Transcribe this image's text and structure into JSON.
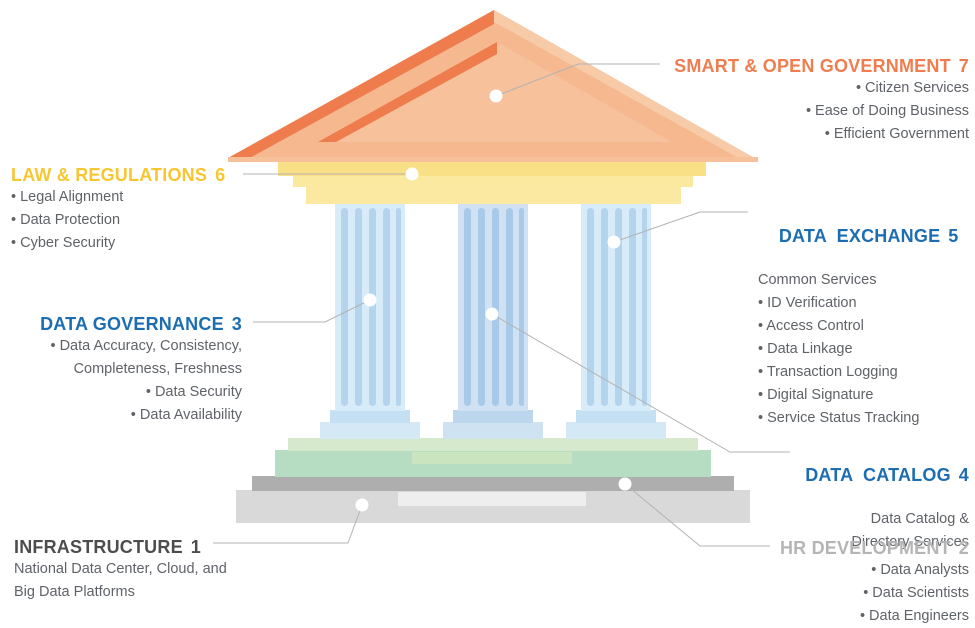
{
  "colors": {
    "smart": "#ef7d4f",
    "law": "#f7c631",
    "blue": "#1d6db3",
    "infra": "#4d4d4d",
    "hr": "#b5b5b5",
    "text": "#5f6368"
  },
  "smart_gov": {
    "title": "SMART & OPEN GOVERNMENT",
    "number": "7",
    "items": [
      "• Citizen Services",
      "• Ease of Doing Business",
      "• Efficient Government"
    ]
  },
  "law": {
    "title": "LAW & REGULATIONS",
    "number": "6",
    "items": [
      "• Legal Alignment",
      "• Data Protection",
      "• Cyber Security"
    ]
  },
  "data_exchange": {
    "title": "DATA  EXCHANGE",
    "number": "5",
    "subtitle": "Common Services",
    "items": [
      "• ID Verification",
      "• Access Control",
      "• Data Linkage",
      "• Transaction Logging",
      "• Digital Signature",
      "• Service Status Tracking"
    ]
  },
  "data_governance": {
    "title": "DATA GOVERNANCE",
    "number": "3",
    "items": [
      "• Data Accuracy, Consistency,",
      "Completeness, Freshness",
      "• Data Security",
      "• Data Availability"
    ]
  },
  "data_catalog": {
    "title": "DATA  CATALOG",
    "number": "4",
    "items": [
      "Data Catalog &",
      "Directory Services"
    ]
  },
  "infrastructure": {
    "title": "INFRASTRUCTURE",
    "number": "1",
    "items": [
      "National Data Center, Cloud, and",
      "Big Data Platforms"
    ]
  },
  "hr": {
    "title": "HR DEVELOPMENT",
    "number": "2",
    "items": [
      "• Data Analysts",
      "• Data Scientists",
      "• Data Engineers"
    ]
  }
}
